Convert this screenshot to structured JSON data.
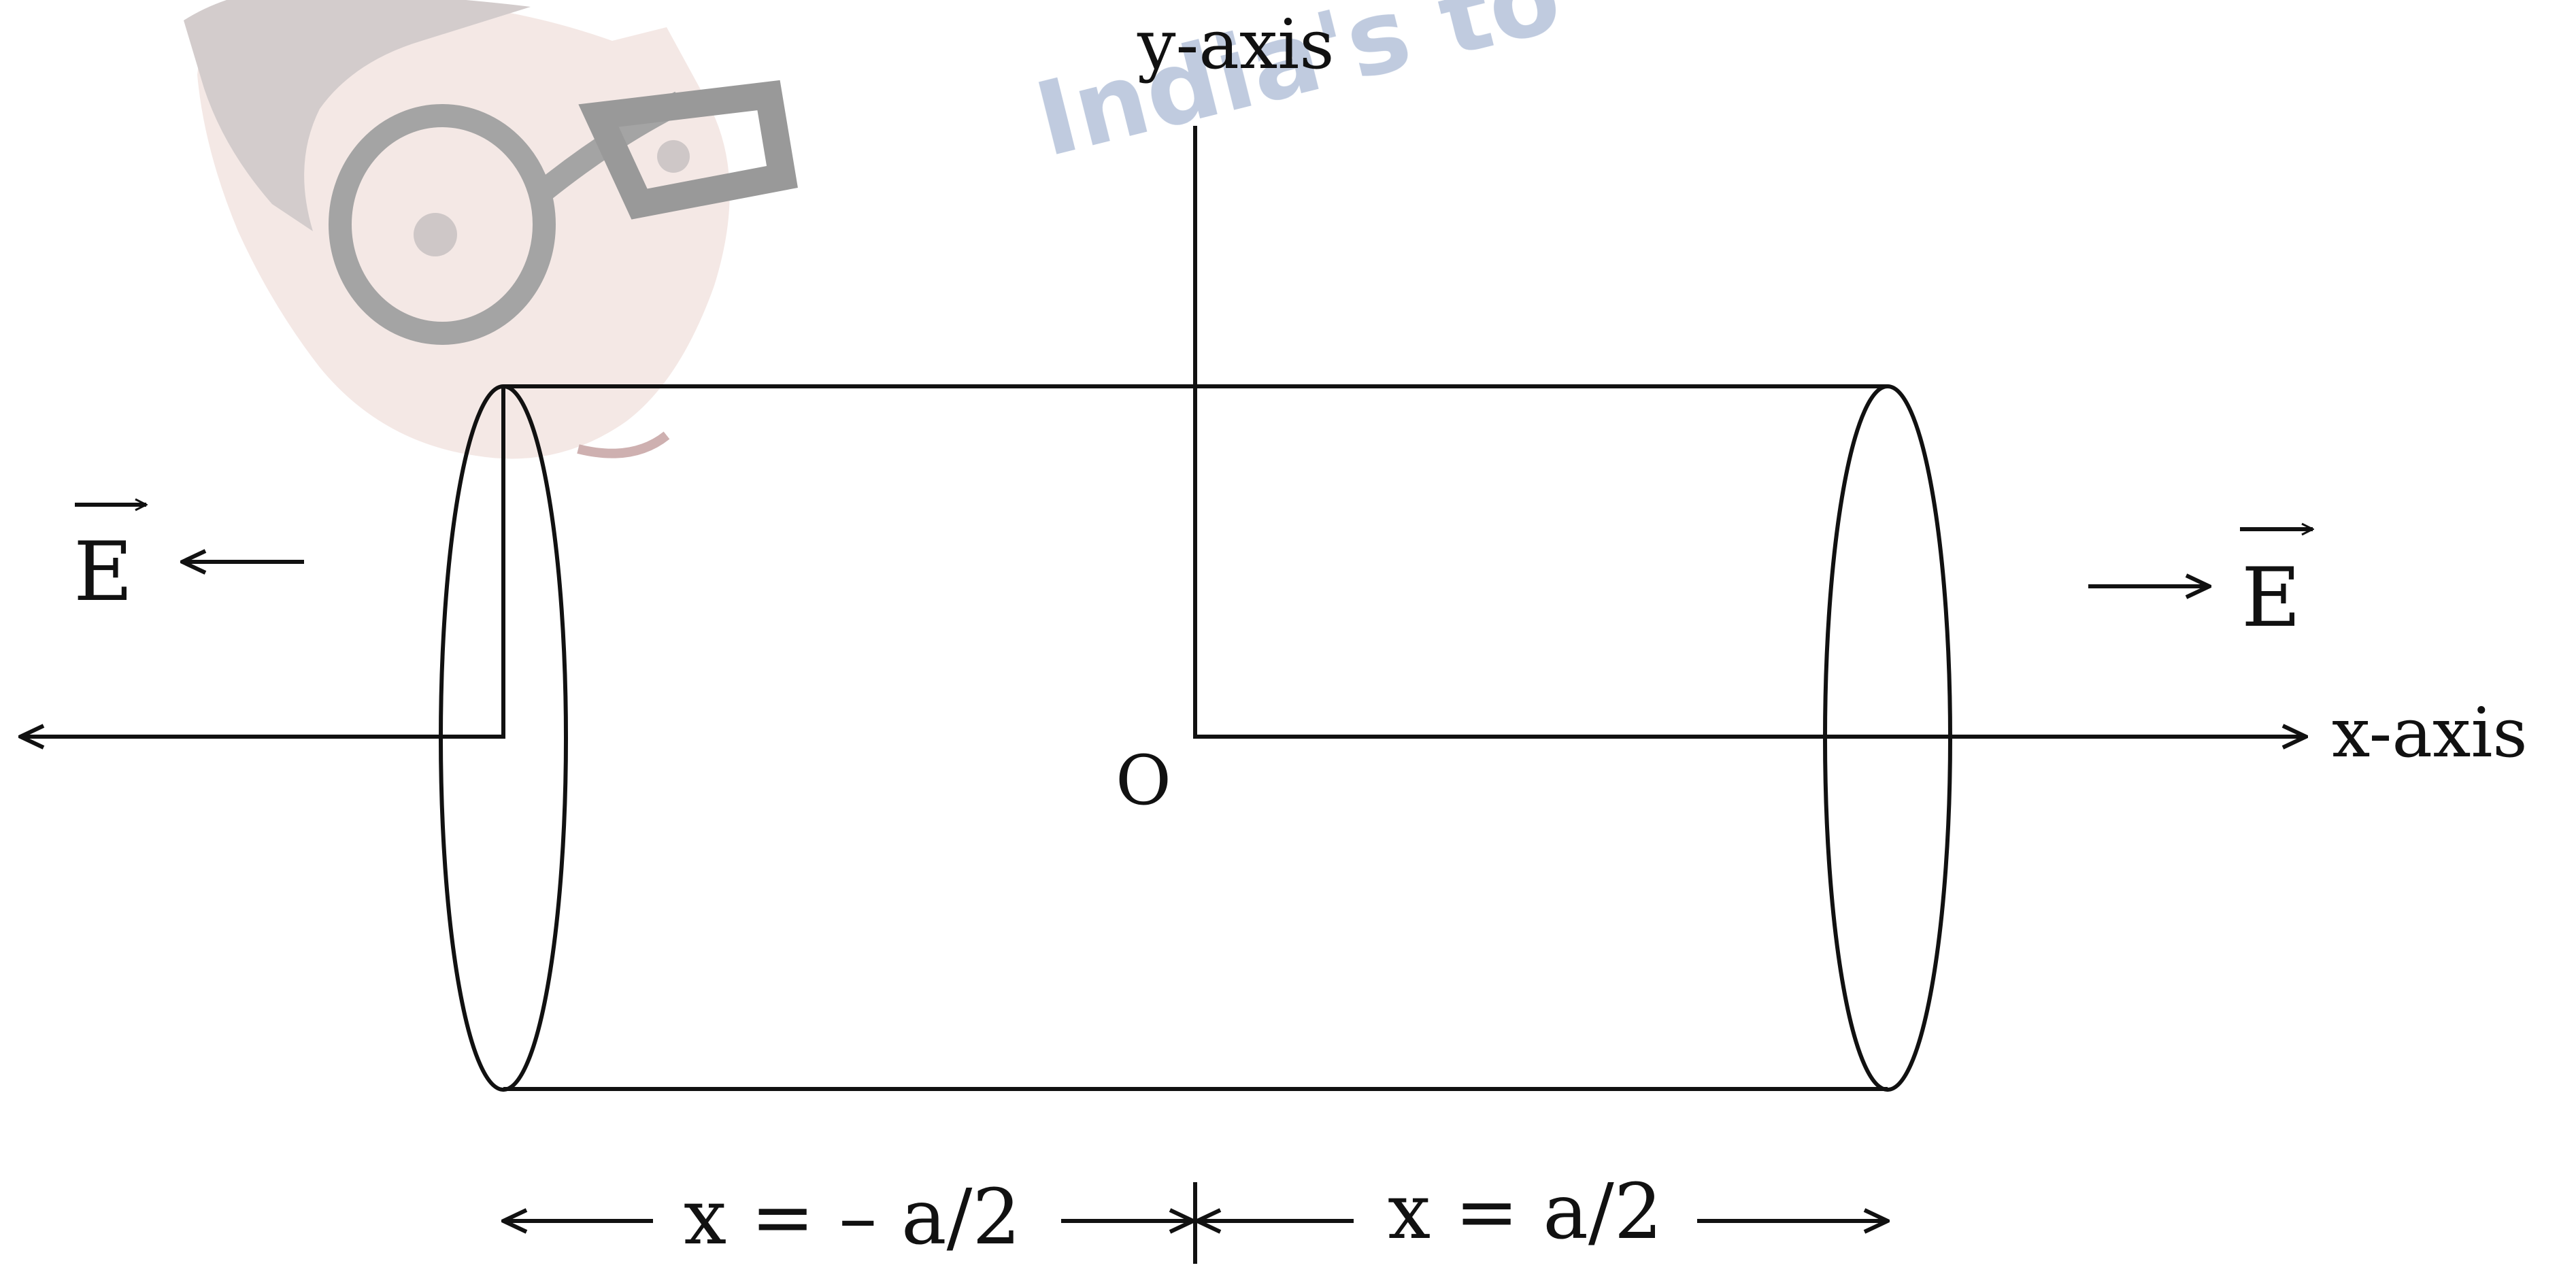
{
  "colors": {
    "ink": "#111111",
    "background": "#ffffff",
    "watermark_text": "#b9c6dc",
    "watermark_face": "#f3e6e3",
    "watermark_hair": "#cfc7c7",
    "watermark_glasses": "#9a9a9a"
  },
  "watermark": {
    "text": "India's to",
    "icon": "cartoon-mascot-with-glasses"
  },
  "labels": {
    "y_axis": "y-axis",
    "x_axis": "x-axis",
    "origin": "O",
    "field_left": "E",
    "field_right": "E"
  },
  "dimensions": {
    "left": "x = – a/2",
    "right": "x = a/2"
  },
  "icons": {
    "field_arrow": "arrow-icon",
    "vector_arrow": "vector-arrow-icon"
  }
}
